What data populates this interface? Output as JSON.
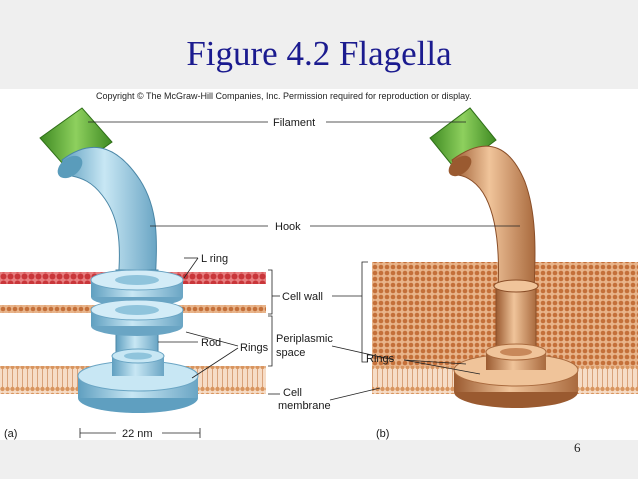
{
  "slide": {
    "title": "Figure 4.2 Flagella",
    "copyright": "Copyright © The McGraw-Hill Companies, Inc. Permission required for reproduction or display.",
    "page_number": "6"
  },
  "labels": {
    "filament": "Filament",
    "hook": "Hook",
    "l_ring": "L ring",
    "cell_wall": "Cell wall",
    "rod": "Rod",
    "rings": "Rings",
    "periplasmic_line1": "Periplasmic",
    "periplasmic_line2": "space",
    "rings_b": "Rings",
    "cell_membrane_line1": "Cell",
    "cell_membrane_line2": "membrane",
    "panel_a": "(a)",
    "panel_b": "(b)",
    "scale": "22 nm"
  },
  "colors": {
    "title_blue": "#1b1b8f",
    "filament_green": "#5aa632",
    "hook_blue": "#8fc4dc",
    "hook_brown": "#c8885a",
    "wall_red": "#d9474a",
    "wall_orange": "#d8701e",
    "membrane_tan": "#e6b58f"
  }
}
